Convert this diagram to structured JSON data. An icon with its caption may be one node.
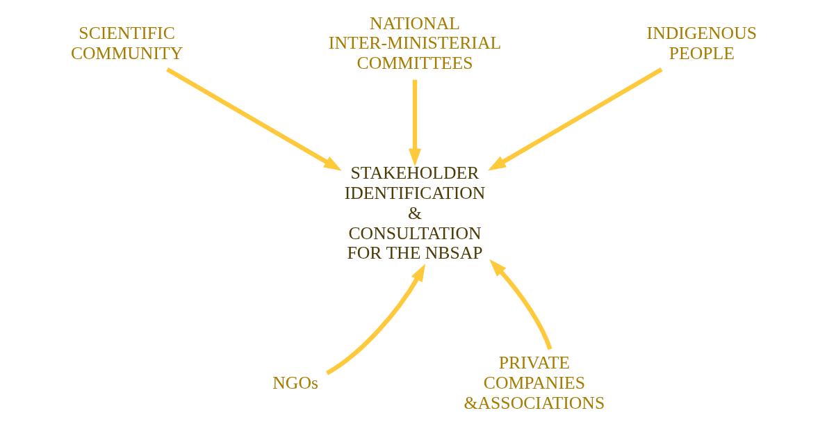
{
  "diagram": {
    "nodes": [
      {
        "text": [
          "STAKEHOLDER IDENTIFICATION & CONSULTATION FOR THE NBSAP"
        ]
      },
      {
        "text": [
          "SCIENTIFIC COMMUNITY"
        ]
      },
      {
        "text": [
          "NATIONAL INTER-MINISTERIAL COMMITTEES"
        ]
      },
      {
        "text": [
          "INDIGENOUS PEOPLE"
        ]
      },
      {
        "text": [
          "NGOs"
        ]
      },
      {
        "text": [
          "PRIVATE COMPANIES &ASSOCIATIONS"
        ]
      }
    ],
    "edges": [
      {
        "from": 1,
        "to": 0,
        "arrow": "to"
      },
      {
        "from": 2,
        "to": 0,
        "arrow": "to"
      },
      {
        "from": 3,
        "to": 0,
        "arrow": "to"
      },
      {
        "from": 4,
        "to": 0,
        "arrow": "to"
      },
      {
        "from": 5,
        "to": 0,
        "arrow": "to"
      }
    ]
  }
}
